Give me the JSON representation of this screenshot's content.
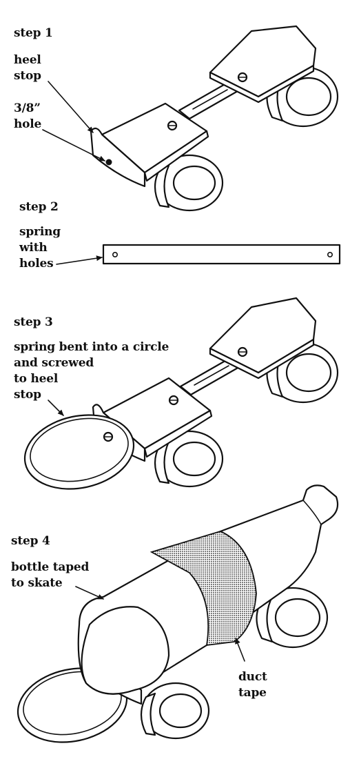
{
  "steps": [
    {
      "title": "step 1",
      "labels": [
        "heel stop",
        "3/8\" hole"
      ]
    },
    {
      "title": "step 2",
      "labels": [
        "spring with holes"
      ]
    },
    {
      "title": "step 3",
      "labels": [
        "spring bent into a circle and screwed to heel stop"
      ]
    },
    {
      "title": "step 4",
      "labels": [
        "bottle taped to skate",
        "duct tape"
      ]
    }
  ],
  "text": {
    "s1_title": "step 1",
    "s1_heel_1": "heel",
    "s1_heel_2": "stop",
    "s1_hole_1": "3/8”",
    "s1_hole_2": "hole",
    "s2_title": "step 2",
    "s2_spring_1": "spring",
    "s2_spring_2": "with",
    "s2_spring_3": "holes",
    "s3_title": "step 3",
    "s3_desc_1": "spring bent into a circle",
    "s3_desc_2": "and screwed",
    "s3_desc_3": "to heel",
    "s3_desc_4": "stop",
    "s4_title": "step 4",
    "s4_bottle_1": "bottle taped",
    "s4_bottle_2": "to skate",
    "s4_tape_1": "duct",
    "s4_tape_2": "tape"
  }
}
